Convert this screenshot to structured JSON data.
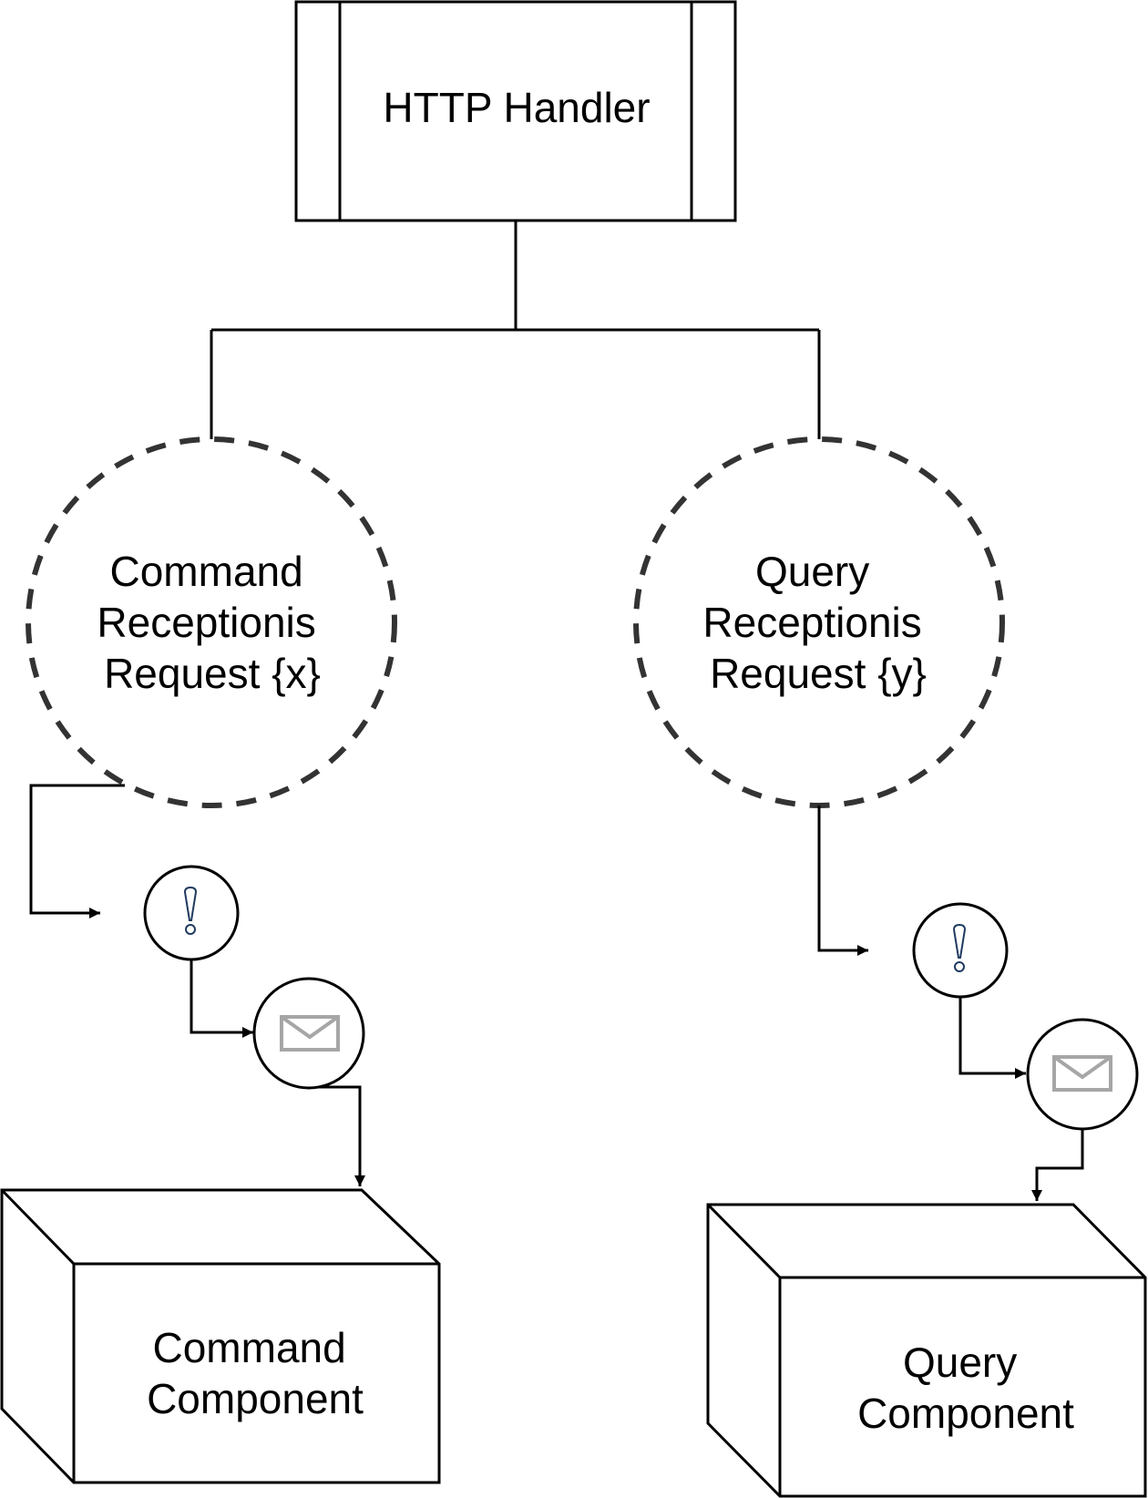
{
  "nodes": {
    "http_handler": {
      "label": "HTTP Handler"
    },
    "command_request": {
      "lines": [
        "Command",
        "Receptionis",
        "Request {x}"
      ]
    },
    "query_request": {
      "lines": [
        "Query",
        "Receptionis",
        "Request {y}"
      ]
    },
    "command_component": {
      "lines": [
        "Command",
        "Component"
      ]
    },
    "query_component": {
      "lines": [
        "Query",
        "Component"
      ]
    }
  },
  "icons": {
    "event": "exclamation-circle-icon",
    "message": "envelope-icon"
  },
  "colors": {
    "stroke": "#000000",
    "dashed_outline": "#333333",
    "icon_glyph": "#1f3a5f",
    "envelope": "#a6a6a6"
  }
}
